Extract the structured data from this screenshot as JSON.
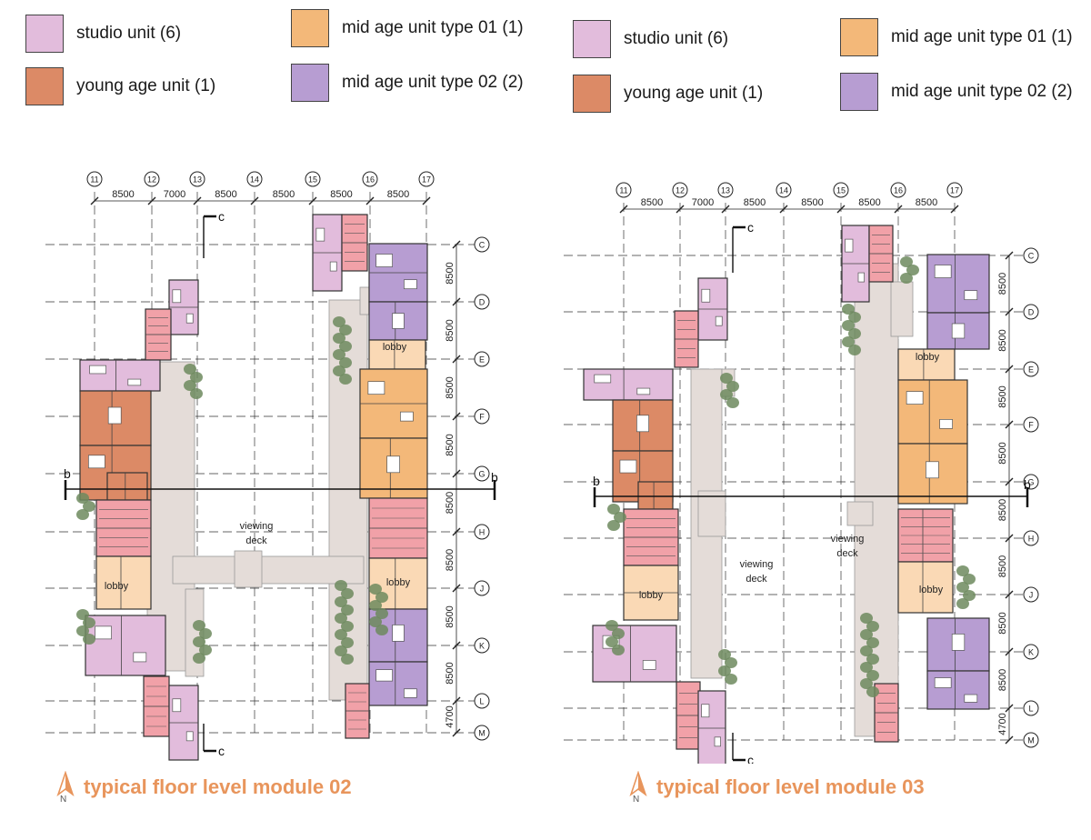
{
  "legend_left": [
    {
      "label": "studio unit (6)",
      "color": "#e2bcdc",
      "pos": "r1c1"
    },
    {
      "label": "mid age unit type 01 (1)",
      "color": "#f3b879",
      "pos": "r1c2"
    },
    {
      "label": "young age unit (1)",
      "color": "#dc8a66",
      "pos": "r2c1"
    },
    {
      "label": "mid age unit type 02 (2)",
      "color": "#b79dd2",
      "pos": "r2c2"
    }
  ],
  "legend_right": [
    {
      "label": "studio unit (6)",
      "color": "#e2bcdc"
    },
    {
      "label": "mid age unit type 01 (1)",
      "color": "#f3b879"
    },
    {
      "label": "young age unit (1)",
      "color": "#dc8a66"
    },
    {
      "label": "mid age unit type 02 (2)",
      "color": "#b79dd2"
    }
  ],
  "colors": {
    "studio": "#e2bcdc",
    "young": "#dc8a66",
    "mid01": "#f3b879",
    "mid02": "#b79dd2",
    "core": "#f1a1a8",
    "lobby": "#fad9b5",
    "corridor": "#e4dcd8",
    "green": "#6d8a5e",
    "title": "#e8955c"
  },
  "plans": [
    {
      "title": "typical floor level module 02",
      "col_grid": [
        "11",
        "12",
        "13",
        "14",
        "15",
        "16",
        "17"
      ],
      "col_dims": [
        "8500",
        "7000",
        "8500",
        "8500",
        "8500",
        "8500"
      ],
      "row_grid": [
        "C",
        "D",
        "E",
        "F",
        "G",
        "H",
        "J",
        "K",
        "L",
        "M"
      ],
      "row_dims": [
        "8500",
        "8500",
        "8500",
        "8500",
        "8500",
        "8500",
        "8500",
        "8500",
        "4700"
      ],
      "section_b": "b",
      "section_c": "c",
      "labels": {
        "viewing": "viewing",
        "deck": "deck",
        "lobby": "lobby"
      }
    },
    {
      "title": "typical floor level module 03",
      "col_grid": [
        "11",
        "12",
        "13",
        "14",
        "15",
        "16",
        "17"
      ],
      "col_dims": [
        "8500",
        "7000",
        "8500",
        "8500",
        "8500",
        "8500"
      ],
      "row_grid": [
        "C",
        "D",
        "E",
        "F",
        "G",
        "H",
        "J",
        "K",
        "L",
        "M"
      ],
      "row_dims": [
        "8500",
        "8500",
        "8500",
        "8500",
        "8500",
        "8500",
        "8500",
        "8500",
        "4700"
      ],
      "section_b": "b",
      "section_c": "c",
      "labels": {
        "viewing": "viewing",
        "deck": "deck",
        "lobby": "lobby"
      }
    }
  ]
}
